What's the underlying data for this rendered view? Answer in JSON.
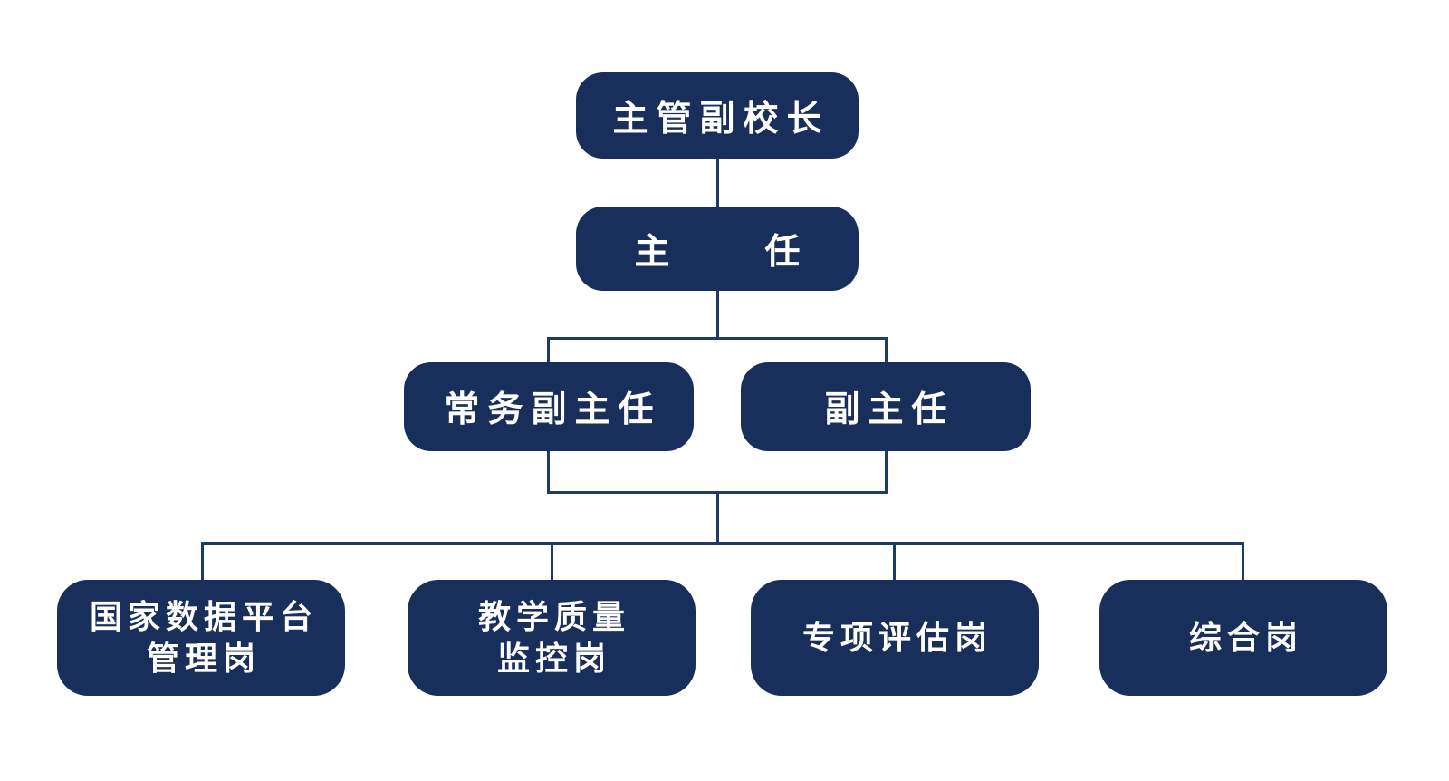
{
  "colors": {
    "box_fill": "#182f5b",
    "line": "#1d3a6b",
    "text": "#ffffff",
    "background": "#ffffff"
  },
  "chart_data": {
    "type": "org-chart",
    "levels": 4,
    "edges": [
      [
        "主管副校长",
        "主任"
      ],
      [
        "主任",
        "常务副主任"
      ],
      [
        "主任",
        "副主任"
      ],
      [
        "常务副主任/副主任",
        "国家数据平台管理岗"
      ],
      [
        "常务副主任/副主任",
        "教学质量监控岗"
      ],
      [
        "常务副主任/副主任",
        "专项评估岗"
      ],
      [
        "常务副主任/副主任",
        "综合岗"
      ]
    ]
  },
  "nodes": {
    "level1": {
      "label": "主管副校长"
    },
    "level2": {
      "label": "主　　任"
    },
    "level3": [
      {
        "label": "常务副主任"
      },
      {
        "label": "副主任"
      }
    ],
    "level4": [
      {
        "line1": "国家数据平台",
        "line2": "管理岗"
      },
      {
        "line1": "教学质量",
        "line2": "监控岗"
      },
      {
        "line1": "专项评估岗",
        "line2": ""
      },
      {
        "line1": "综合岗",
        "line2": ""
      }
    ]
  }
}
